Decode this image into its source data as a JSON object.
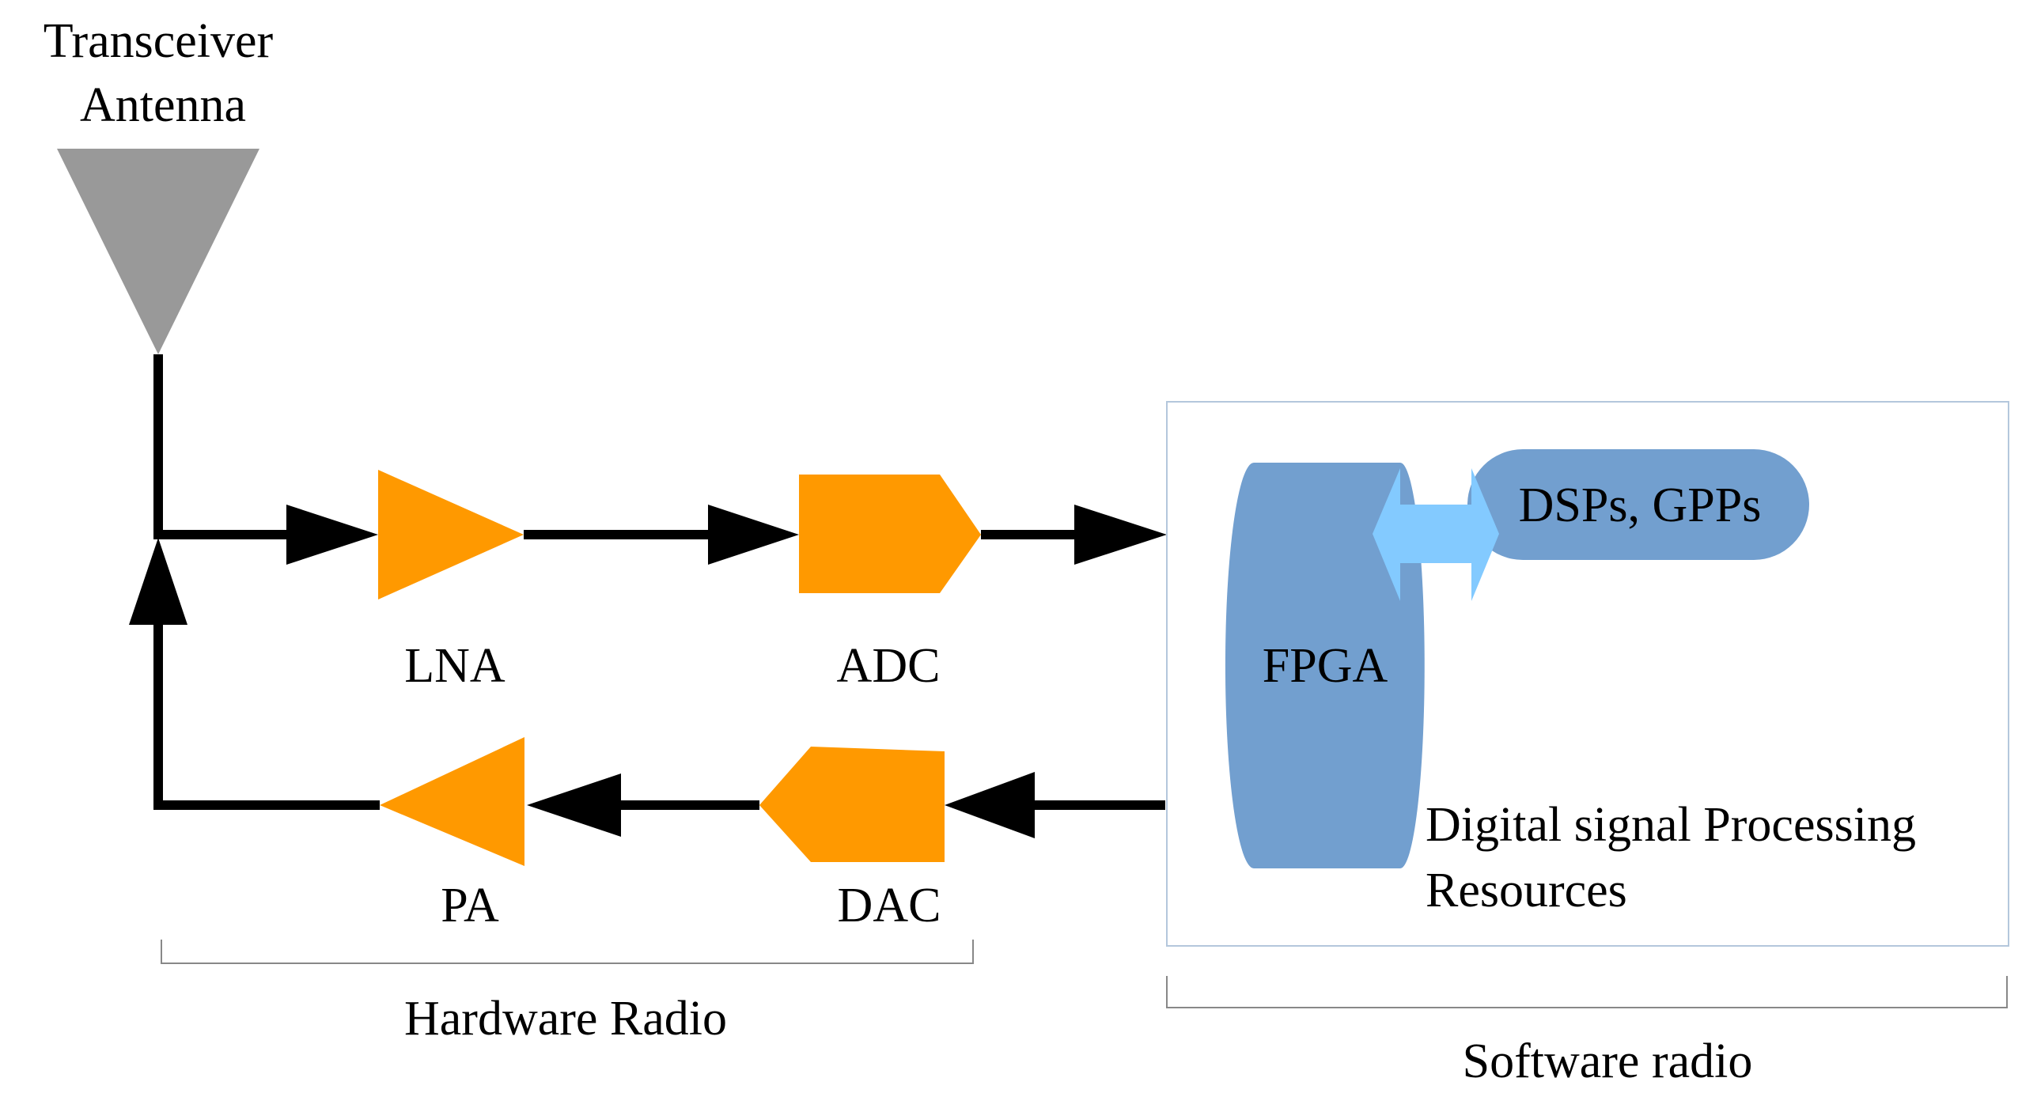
{
  "antenna": {
    "label_line1": "Transceiver",
    "label_line2": "Antenna",
    "color": "#999999"
  },
  "receive_chain": {
    "lna_label": "LNA",
    "adc_label": "ADC"
  },
  "transmit_chain": {
    "pa_label": "PA",
    "dac_label": "DAC"
  },
  "software_box": {
    "fpga_label": "FPGA",
    "dsp_label": "DSPs, GPPs",
    "caption_line1": "Digital signal Processing",
    "caption_line2": "Resources"
  },
  "groups": {
    "hardware": "Hardware Radio",
    "software": "Software radio"
  },
  "colors": {
    "block": "#FF9900",
    "fpga": "#729FCF",
    "bus_arrow": "#83CAFF",
    "wire": "#000000",
    "box_border": "#B4C7DC"
  }
}
